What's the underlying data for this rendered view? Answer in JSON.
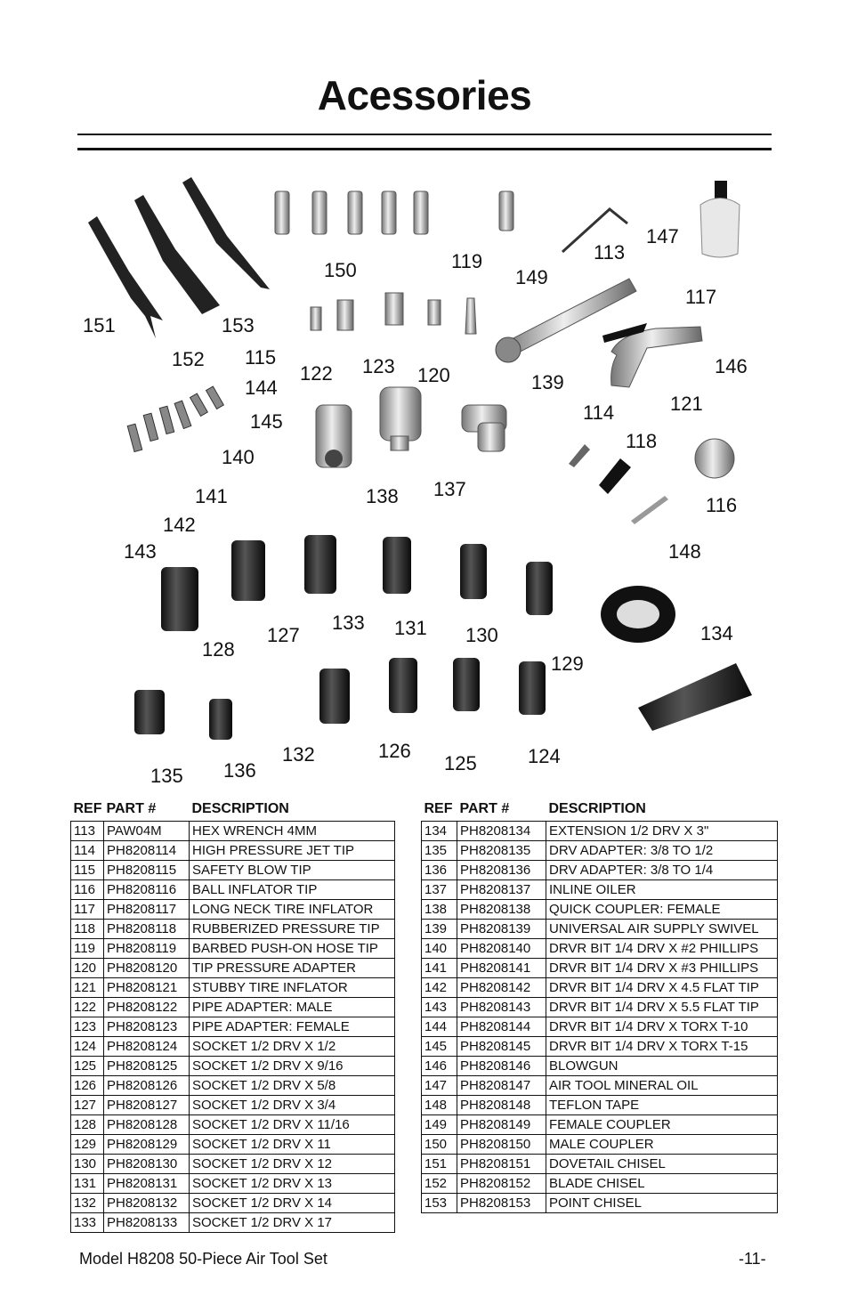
{
  "title": "Acessories",
  "callouts": [
    "151",
    "152",
    "153",
    "150",
    "119",
    "149",
    "113",
    "147",
    "117",
    "146",
    "115",
    "122",
    "123",
    "120",
    "139",
    "144",
    "145",
    "140",
    "141",
    "142",
    "143",
    "138",
    "137",
    "114",
    "121",
    "118",
    "116",
    "148",
    "134",
    "128",
    "127",
    "133",
    "131",
    "130",
    "129",
    "135",
    "136",
    "132",
    "126",
    "125",
    "124"
  ],
  "table": {
    "headers": {
      "ref": "REF",
      "part": "PART #",
      "desc": "DESCRIPTION"
    },
    "left": [
      [
        "113",
        "PAW04M",
        "HEX WRENCH 4MM"
      ],
      [
        "114",
        "PH8208114",
        "HIGH PRESSURE JET TIP"
      ],
      [
        "115",
        "PH8208115",
        "SAFETY BLOW TIP"
      ],
      [
        "116",
        "PH8208116",
        "BALL INFLATOR TIP"
      ],
      [
        "117",
        "PH8208117",
        "LONG NECK TIRE INFLATOR"
      ],
      [
        "118",
        "PH8208118",
        "RUBBERIZED PRESSURE TIP"
      ],
      [
        "119",
        "PH8208119",
        "BARBED PUSH-ON HOSE TIP"
      ],
      [
        "120",
        "PH8208120",
        "TIP PRESSURE ADAPTER"
      ],
      [
        "121",
        "PH8208121",
        "STUBBY TIRE INFLATOR"
      ],
      [
        "122",
        "PH8208122",
        "PIPE ADAPTER: MALE"
      ],
      [
        "123",
        "PH8208123",
        "PIPE ADAPTER: FEMALE"
      ],
      [
        "124",
        "PH8208124",
        "SOCKET 1/2 DRV X 1/2"
      ],
      [
        "125",
        "PH8208125",
        "SOCKET 1/2 DRV X 9/16"
      ],
      [
        "126",
        "PH8208126",
        "SOCKET 1/2 DRV X 5/8"
      ],
      [
        "127",
        "PH8208127",
        "SOCKET 1/2 DRV X 3/4"
      ],
      [
        "128",
        "PH8208128",
        "SOCKET 1/2 DRV X 11/16"
      ],
      [
        "129",
        "PH8208129",
        "SOCKET 1/2 DRV X 11"
      ],
      [
        "130",
        "PH8208130",
        "SOCKET 1/2 DRV X 12"
      ],
      [
        "131",
        "PH8208131",
        "SOCKET 1/2 DRV X 13"
      ],
      [
        "132",
        "PH8208132",
        "SOCKET 1/2 DRV X 14"
      ],
      [
        "133",
        "PH8208133",
        "SOCKET 1/2 DRV X 17"
      ]
    ],
    "right": [
      [
        "134",
        "PH8208134",
        "EXTENSION 1/2 DRV X 3\""
      ],
      [
        "135",
        "PH8208135",
        "DRV ADAPTER: 3/8 TO 1/2"
      ],
      [
        "136",
        "PH8208136",
        "DRV ADAPTER: 3/8 TO 1/4"
      ],
      [
        "137",
        "PH8208137",
        "INLINE OILER"
      ],
      [
        "138",
        "PH8208138",
        "QUICK COUPLER: FEMALE"
      ],
      [
        "139",
        "PH8208139",
        "UNIVERSAL AIR SUPPLY SWIVEL"
      ],
      [
        "140",
        "PH8208140",
        "DRVR BIT 1/4 DRV X #2 PHILLIPS"
      ],
      [
        "141",
        "PH8208141",
        "DRVR BIT 1/4 DRV X #3 PHILLIPS"
      ],
      [
        "142",
        "PH8208142",
        "DRVR BIT 1/4 DRV X 4.5 FLAT TIP"
      ],
      [
        "143",
        "PH8208143",
        "DRVR BIT 1/4 DRV X 5.5 FLAT TIP"
      ],
      [
        "144",
        "PH8208144",
        "DRVR BIT 1/4 DRV X TORX T-10"
      ],
      [
        "145",
        "PH8208145",
        "DRVR BIT 1/4 DRV X TORX T-15"
      ],
      [
        "146",
        "PH8208146",
        "BLOWGUN"
      ],
      [
        "147",
        "PH8208147",
        "AIR TOOL MINERAL OIL"
      ],
      [
        "148",
        "PH8208148",
        "TEFLON TAPE"
      ],
      [
        "149",
        "PH8208149",
        "FEMALE COUPLER"
      ],
      [
        "150",
        "PH8208150",
        "MALE COUPLER"
      ],
      [
        "151",
        "PH8208151",
        "DOVETAIL CHISEL"
      ],
      [
        "152",
        "PH8208152",
        "BLADE CHISEL"
      ],
      [
        "153",
        "PH8208153",
        "POINT CHISEL"
      ]
    ]
  },
  "footer": {
    "model": "Model H8208 50-Piece Air Tool Set",
    "page": "-11-"
  }
}
